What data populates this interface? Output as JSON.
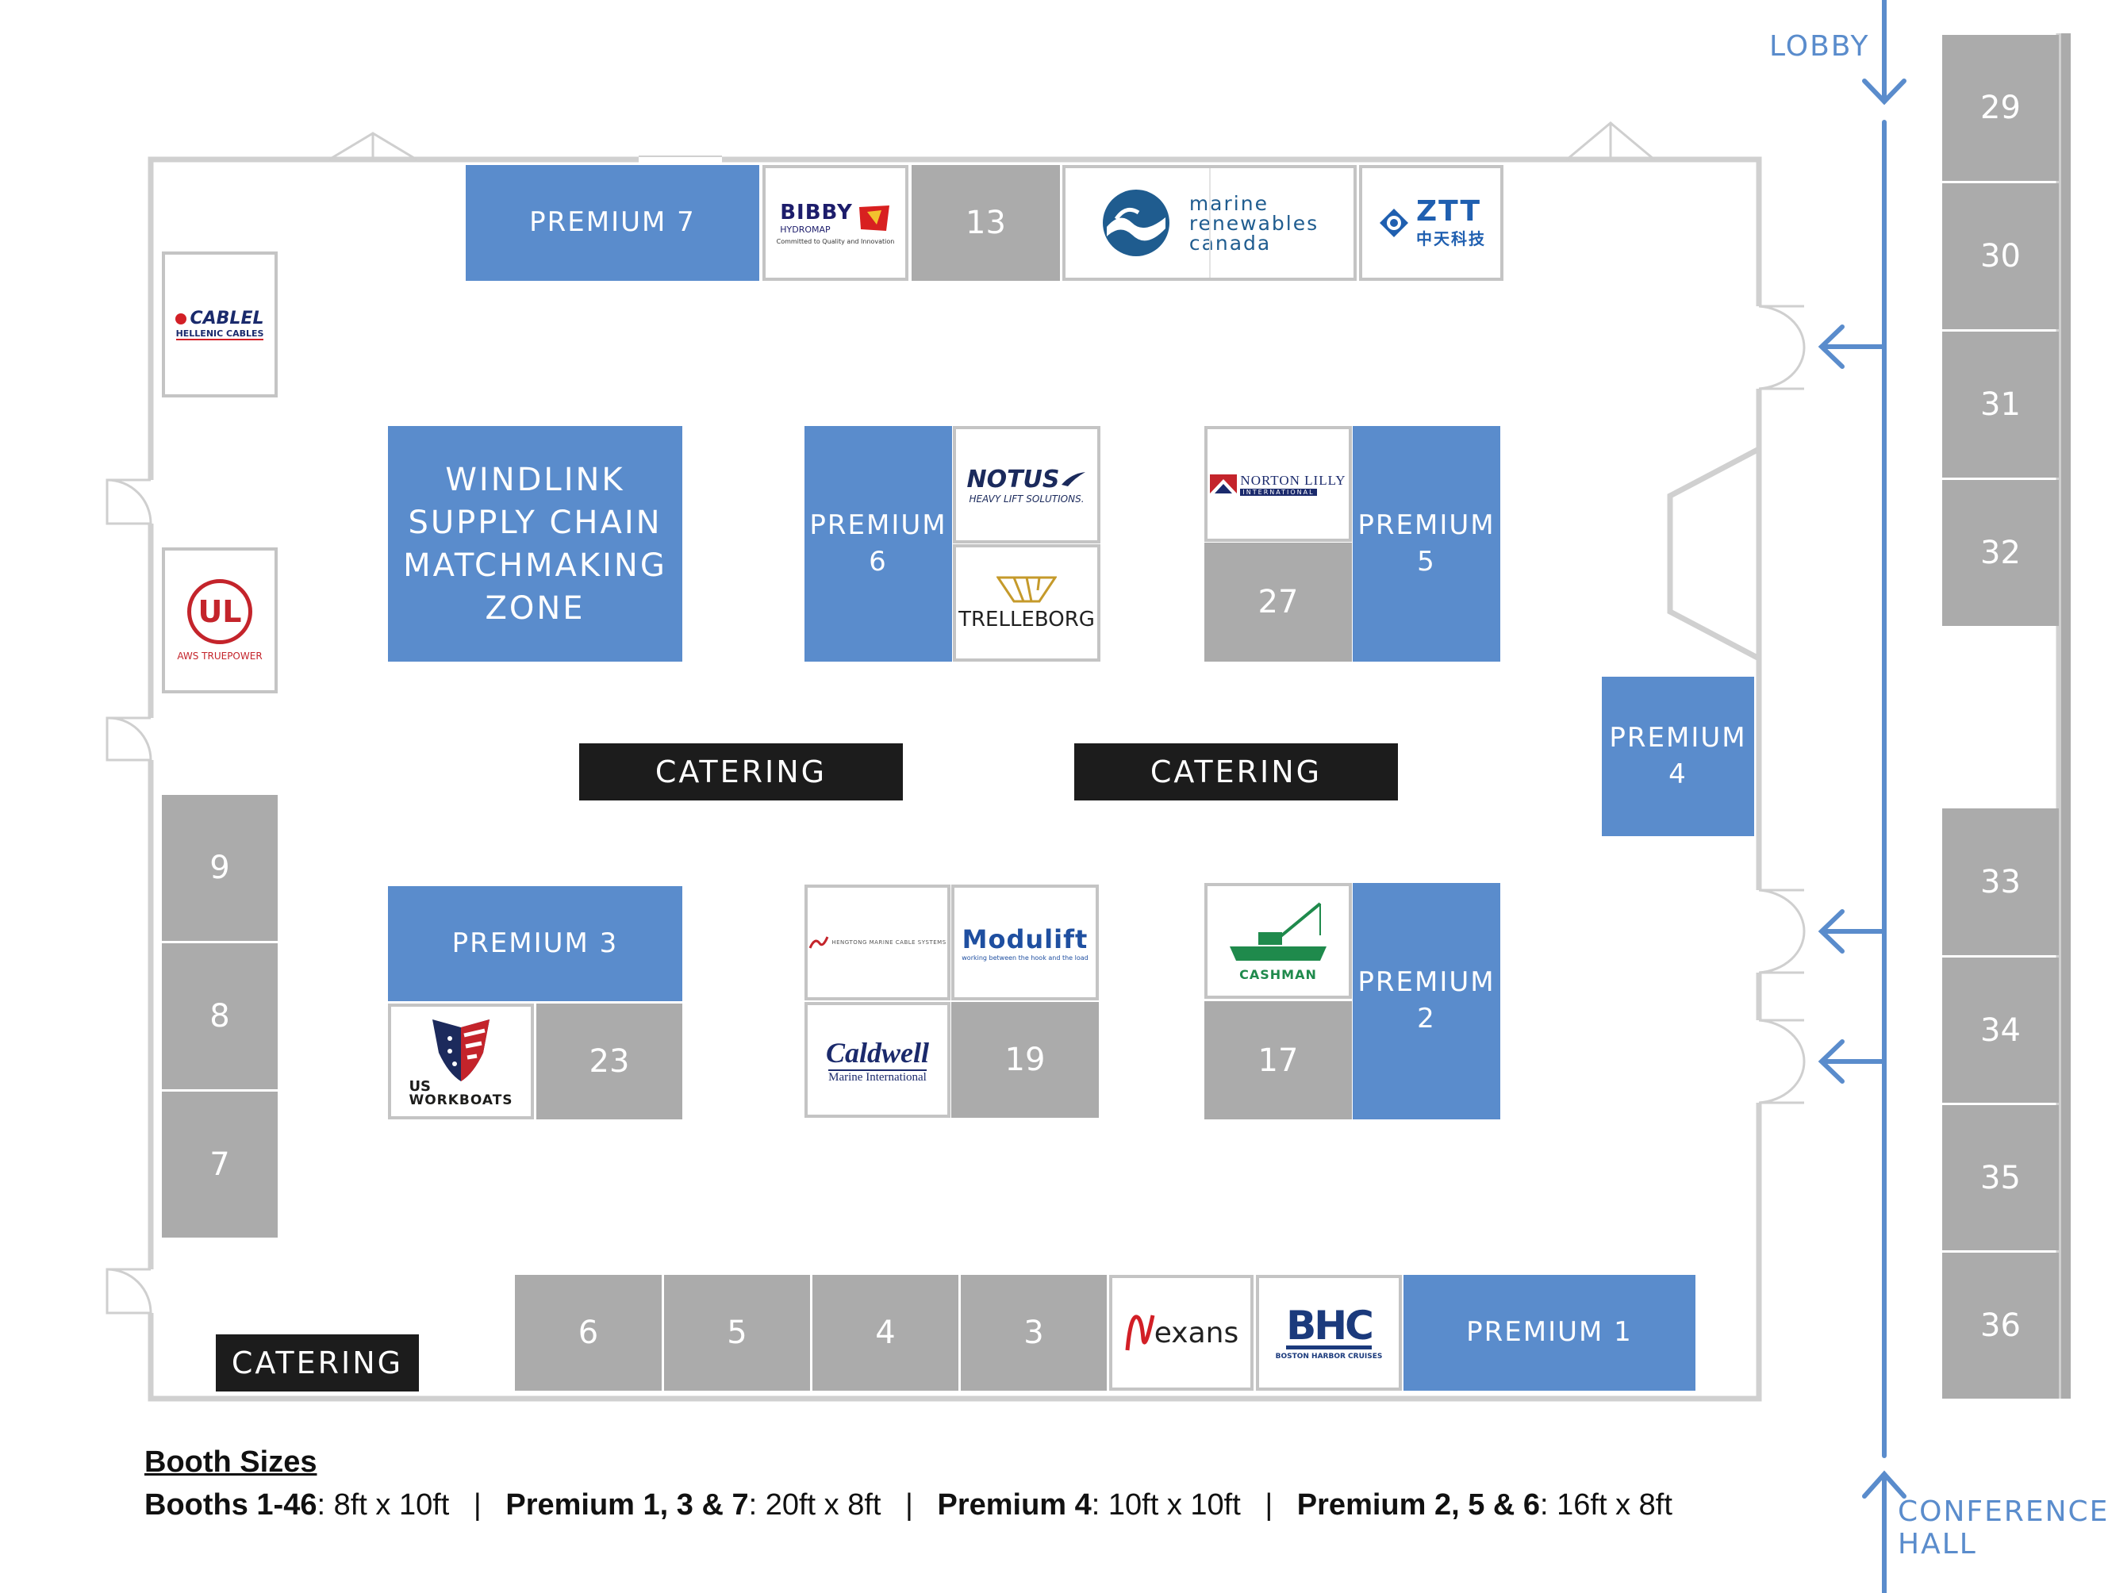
{
  "labels": {
    "lobby": "LOBBY",
    "conference_hall": "CONFERENCE\nHALL",
    "catering": "CATERING"
  },
  "colors": {
    "booth_gray": "#ababab",
    "premium_blue": "#5a8ccc",
    "catering_black": "#1c1c1c",
    "wall_gray": "#d0d0d0",
    "route_blue": "#5a8ccc"
  },
  "zone": {
    "text": "WINDLINK\nSUPPLY CHAIN\nMATCHMAKING\nZONE"
  },
  "premium": {
    "p1": "PREMIUM 1",
    "p2": "PREMIUM\n2",
    "p3": "PREMIUM 3",
    "p4": "PREMIUM\n4",
    "p5": "PREMIUM\n5",
    "p6": "PREMIUM\n6",
    "p7": "PREMIUM 7"
  },
  "booths": {
    "b3": "3",
    "b4": "4",
    "b5": "5",
    "b6": "6",
    "b7": "7",
    "b8": "8",
    "b9": "9",
    "b13": "13",
    "b17": "17",
    "b19": "19",
    "b23": "23",
    "b27": "27",
    "b29": "29",
    "b30": "30",
    "b31": "31",
    "b32": "32",
    "b33": "33",
    "b34": "34",
    "b35": "35",
    "b36": "36"
  },
  "logos": {
    "bibby": {
      "name": "BIBBY",
      "sub": "HYDROMAP",
      "tagline": "Committed to Quality and Innovation"
    },
    "mrc": {
      "line1": "marine",
      "line2": "renewables",
      "line3": "canada"
    },
    "ztt": {
      "name": "ZTT",
      "sub": "中天科技"
    },
    "cablel": {
      "name": "CABLEL",
      "sub": "HELLENIC CABLES"
    },
    "ul": {
      "name": "UL",
      "sub": "AWS TRUEPOWER"
    },
    "notus": {
      "name": "NOTUS",
      "sub": "HEAVY LIFT SOLUTIONS."
    },
    "trelleborg": {
      "name": "TRELLEBORG"
    },
    "norton": {
      "name": "NORTON LILLY",
      "sub": "INTERNATIONAL"
    },
    "hengtong": {
      "name": "HENGTONG MARINE CABLE SYSTEMS"
    },
    "modulift": {
      "name": "Modulift",
      "sub": "working between the hook and the load"
    },
    "caldwell": {
      "name": "Caldwell",
      "sub": "Marine International"
    },
    "cashman": {
      "name": "CASHMAN"
    },
    "usworkboats": {
      "line1": "US",
      "line2": "WORKBOATS"
    },
    "nexans": {
      "name": "exans"
    },
    "bhc": {
      "name": "BHC",
      "sub": "BOSTON HARBOR CRUISES"
    }
  },
  "legend": {
    "title": "Booth Sizes",
    "items": [
      {
        "name": "Booths 1-46",
        "size": ": 8ft x 10ft"
      },
      {
        "name": "Premium 1, 3 & 7",
        "size": ": 20ft x 8ft"
      },
      {
        "name": "Premium 4",
        "size": ": 10ft x 10ft"
      },
      {
        "name": "Premium 2, 5 & 6",
        "size": ": 16ft x 8ft"
      }
    ],
    "separator": "|"
  }
}
